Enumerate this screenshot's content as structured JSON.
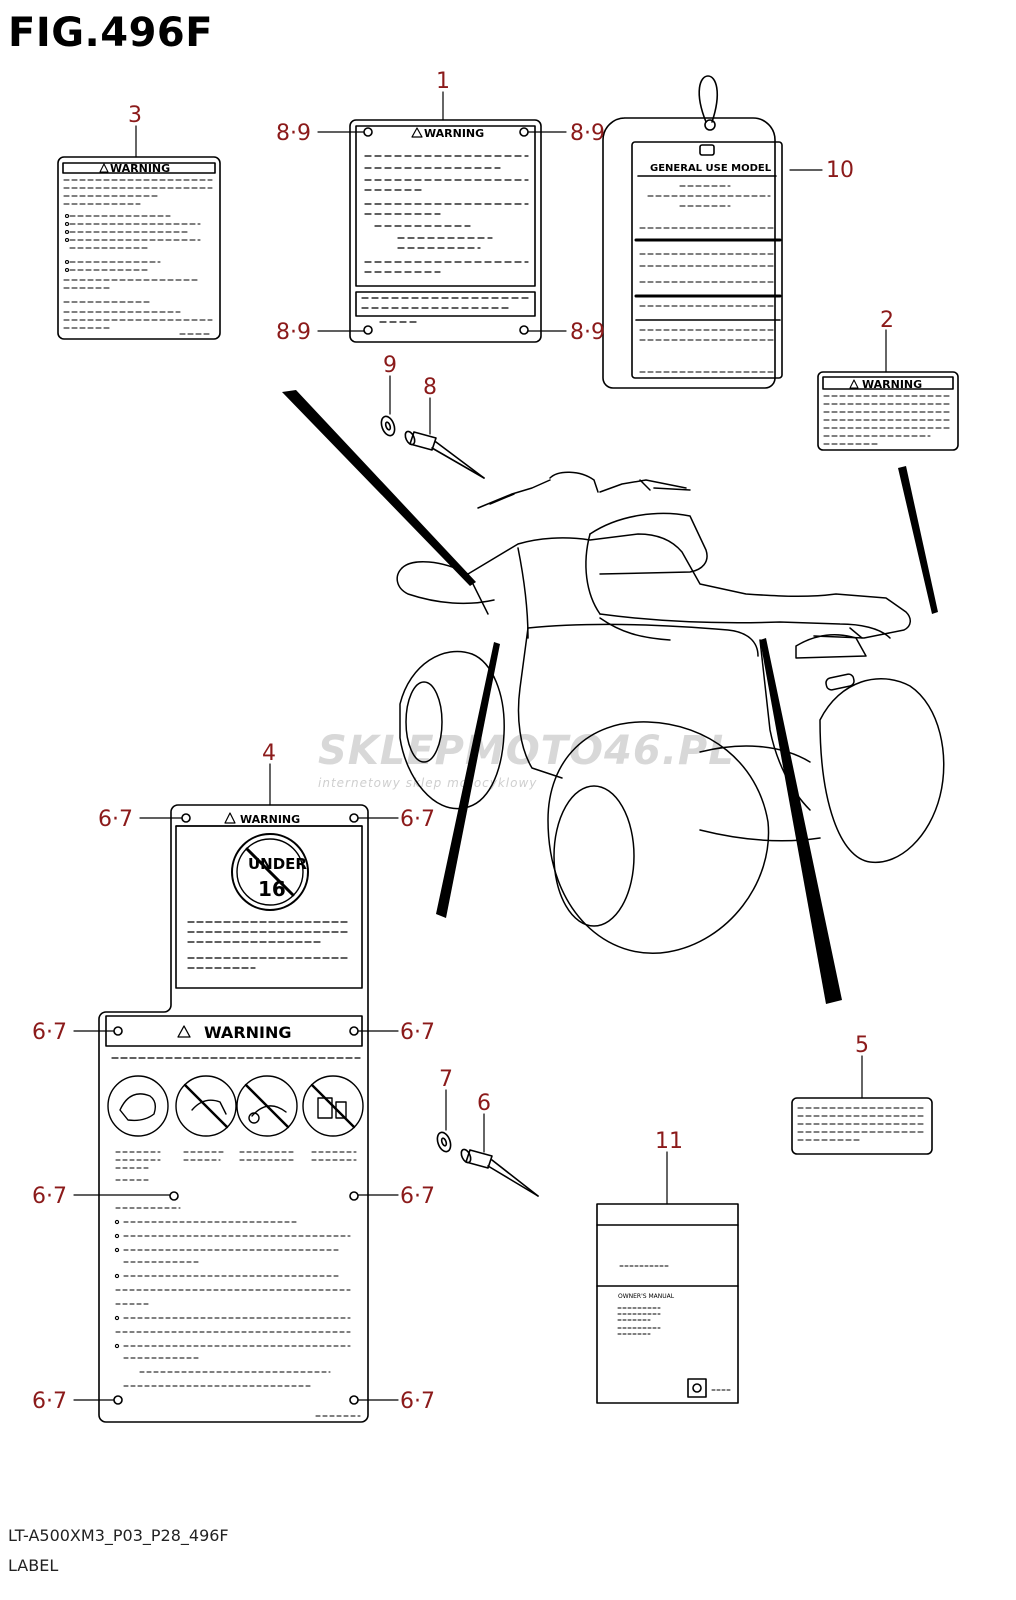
{
  "figure": {
    "title": "FIG.496F",
    "model_code": "LT-A500XM3_P03_P28_496F",
    "name": "LABEL"
  },
  "colors": {
    "callout": "#8b1a1a",
    "line": "#000000",
    "watermark": "#d8d8d8"
  },
  "callouts": {
    "n1": "1",
    "n2": "2",
    "n3": "3",
    "n4": "4",
    "n5": "5",
    "n6": "6",
    "n7": "7",
    "n8": "8",
    "n9": "9",
    "n10": "10",
    "n11": "11",
    "n89": "8·9",
    "n67": "6·7"
  },
  "labels": {
    "warning": "WARNING",
    "under": "UNDER",
    "age": "16",
    "general_use": "GENERAL USE MODEL",
    "owners_manual": "OWNER'S MANUAL"
  },
  "watermark": {
    "main": "SKLEPMOTO46.PL",
    "sub": "internetowy sklep motocyklowy"
  }
}
